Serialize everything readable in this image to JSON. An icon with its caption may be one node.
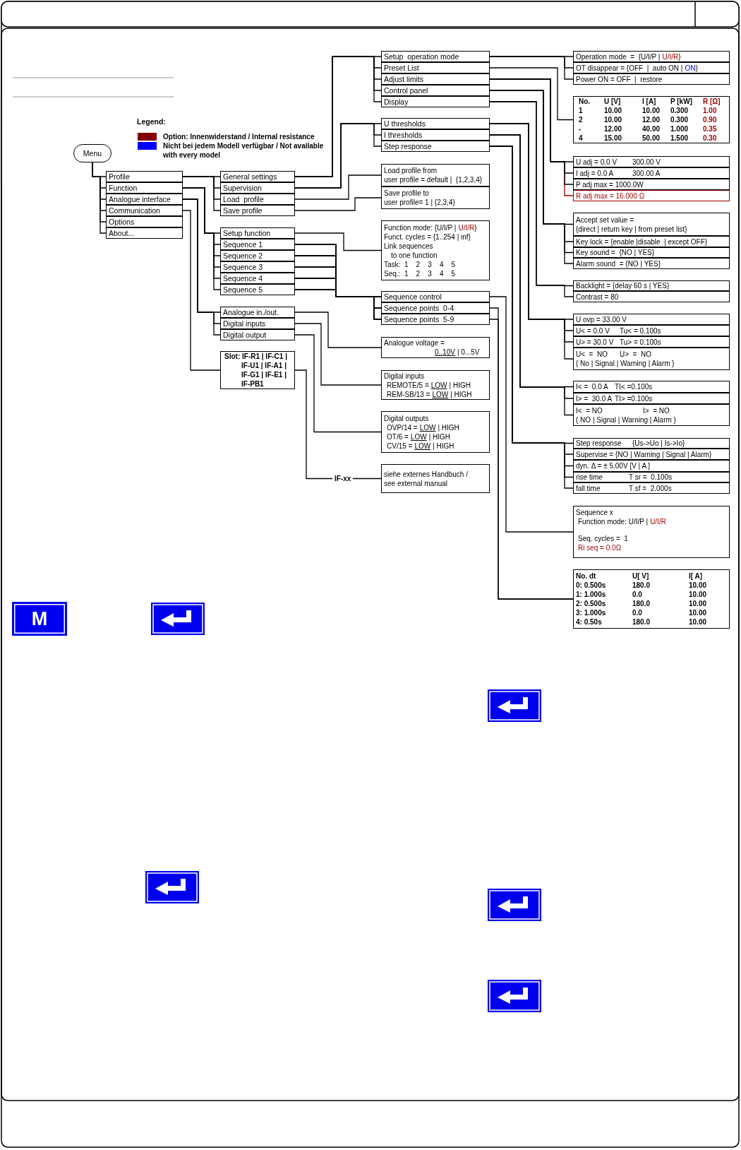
{
  "diagram": {
    "nodes": [
      {
        "text": [
          "Menu"
        ]
      },
      {
        "text": [
          "Profile"
        ]
      },
      {
        "text": [
          "Function"
        ]
      },
      {
        "text": [
          "Analogue interface"
        ]
      },
      {
        "text": [
          "Communication"
        ]
      },
      {
        "text": [
          "Options"
        ]
      },
      {
        "text": [
          "About..."
        ]
      },
      {
        "text": [
          "General settings"
        ]
      },
      {
        "text": [
          "Supervision"
        ]
      },
      {
        "text": [
          "Load  profile"
        ]
      },
      {
        "text": [
          "Save profile"
        ]
      },
      {
        "text": [
          "Setup function"
        ]
      },
      {
        "text": [
          "Sequence 1"
        ]
      },
      {
        "text": [
          "Sequence 2"
        ]
      },
      {
        "text": [
          "Sequence 3"
        ]
      },
      {
        "text": [
          "Sequence 4"
        ]
      },
      {
        "text": [
          "Sequence 5"
        ]
      },
      {
        "text": [
          "Analogue in./out."
        ]
      },
      {
        "text": [
          "Digital inputs"
        ]
      },
      {
        "text": [
          "Digital output"
        ]
      },
      {
        "text": [
          "Slot: IF-R1 | IF-C1 | IF-U1 | IF-A1 | IF-G1 | IF-E1 | IF-PB1"
        ]
      },
      {
        "text": [
          "Setup  operation mode"
        ]
      },
      {
        "text": [
          "Preset List"
        ]
      },
      {
        "text": [
          "Adjust limits"
        ]
      },
      {
        "text": [
          "Control panel"
        ]
      },
      {
        "text": [
          "Display"
        ]
      },
      {
        "text": [
          "U thresholds"
        ]
      },
      {
        "text": [
          "I thresholds"
        ]
      },
      {
        "text": [
          "Step response"
        ]
      },
      {
        "text": [
          "Load profile from",
          "user profile = default |  {1,2,3,4}"
        ]
      },
      {
        "text": [
          "Save profile to",
          "user profile= 1 | {2,3,4}"
        ]
      },
      {
        "text": [
          "Function mode: {U/I/P |",
          "U/I/R",
          "}",
          "Funct. cycles = {1..254 | inf}",
          "Link sequences",
          "to one function",
          "Task:  1    2    3    4    5",
          "Seq.:  1    2    3    4    5"
        ]
      },
      {
        "text": [
          "Sequence control"
        ]
      },
      {
        "text": [
          "Sequence points  0-4"
        ]
      },
      {
        "text": [
          "Sequence points  5-9"
        ]
      },
      {
        "text": [
          "Analogue voltage =",
          "0..10V",
          "| 0...5V"
        ]
      },
      {
        "text": [
          "Digital inputs",
          "REMOTE/5 =",
          "LOW",
          "| HIGH",
          "REM-SB/13 =",
          "LOW",
          "| HIGH"
        ]
      },
      {
        "text": [
          "Digital outputs",
          "OVP/14 =",
          "LOW",
          "| HIGH",
          "OT/6 =",
          "LOW",
          "| HIGH",
          "CV/15 =",
          "LOW",
          "| HIGH"
        ]
      },
      {
        "text": [
          "siehe externes Handbuch / see external manual"
        ]
      },
      {
        "text": [
          "Operation mode  =  {U/I/P |",
          "U/I/R",
          "}"
        ]
      },
      {
        "text": [
          "OT disappear = {OFF  |  auto ON |",
          "ON",
          "}"
        ]
      },
      {
        "text": [
          "Power ON = OFF  |  restore"
        ]
      },
      {
        "text": [
          "No.",
          "U [V]",
          "I [A]",
          "P [kW]",
          "R [Ω]",
          "1",
          "10.00",
          "10.00",
          "0.300",
          "1.00",
          "2",
          "10.00",
          "12.00",
          "0.300",
          "0.90",
          "-",
          "12.00",
          "40.00",
          "1.000",
          "0.35",
          "4",
          "15.00",
          "50.00",
          "1.500",
          "0.30"
        ]
      },
      {
        "text": [
          "U adj = 0.0 V",
          "300.00 V"
        ]
      },
      {
        "text": [
          "I adj = 0.0 A",
          "300.00 A"
        ]
      },
      {
        "text": [
          "P adj max = 1000.0W"
        ]
      },
      {
        "text": [
          "R adj max = 16.000 Ω"
        ]
      },
      {
        "text": [
          "Accept set value =",
          "{direct | return key | from preset list}"
        ]
      },
      {
        "text": [
          "Key lock = {enable |disable  | except OFF}"
        ]
      },
      {
        "text": [
          "Key sound =  {NO | YES}"
        ]
      },
      {
        "text": [
          "Alarm sound  = {NO | YES}"
        ]
      },
      {
        "text": [
          "Backlight = {delay 60 s | YES}"
        ]
      },
      {
        "text": [
          "Contrast = 80"
        ]
      },
      {
        "text": [
          "U ovp = 33.00 V"
        ]
      },
      {
        "text": [
          "U< = 0.0 V",
          "Tu< = 0.100s"
        ]
      },
      {
        "text": [
          "U> = 30.0 V",
          "Tu> = 0.100s"
        ]
      },
      {
        "text": [
          "U<  =  NO",
          "U>  =  NO",
          "{ No | Signal | Warning | Alarm }"
        ]
      },
      {
        "text": [
          "I< =  0.0 A",
          "TI< =0.100s"
        ]
      },
      {
        "text": [
          "I> =  30.0 A",
          "TI> =0.100s"
        ]
      },
      {
        "text": [
          "I<  = NO",
          "I>  = NO",
          "{ NO | Signal | Warning | Alarm }"
        ]
      },
      {
        "text": [
          "Step response",
          "{Us->Uo | Is->Io}"
        ]
      },
      {
        "text": [
          "Supervise = {NO | Warning | Signal | Alarm}"
        ]
      },
      {
        "text": [
          "dyn. Δ = ± 5.00V [V | A ]"
        ]
      },
      {
        "text": [
          "rise time",
          "T sr =  0.100s"
        ]
      },
      {
        "text": [
          "fall time",
          "T sf =  2.000s"
        ]
      },
      {
        "text": [
          "Sequence x",
          "Function mode: U/I/P |",
          "U/I/R",
          "Seq. cycles =  1",
          "Ri seq = 0.0Ω"
        ]
      },
      {
        "text": [
          "No. dt",
          "U[ V]",
          "I[ A]",
          "0: 0.500s",
          "180.0",
          "10.00",
          "1: 1.000s",
          "0.0",
          "10.00",
          "2: 0.500s",
          "180.0",
          "10.00",
          "3: 1.000s",
          "0.0",
          "10.00",
          "4: 0.50s",
          "180.0",
          "10.00"
        ]
      }
    ],
    "edges": [
      {
        "from": 0,
        "to": 1,
        "arrow": "none"
      },
      {
        "from": 0,
        "to": 2,
        "arrow": "none"
      },
      {
        "from": 0,
        "to": 3,
        "arrow": "none"
      },
      {
        "from": 0,
        "to": 4,
        "arrow": "none"
      },
      {
        "from": 0,
        "to": 5,
        "arrow": "none"
      },
      {
        "from": 0,
        "to": 6,
        "arrow": "none"
      },
      {
        "from": 1,
        "to": 7,
        "arrow": "none"
      },
      {
        "from": 1,
        "to": 8,
        "arrow": "none"
      },
      {
        "from": 1,
        "to": 9,
        "arrow": "none"
      },
      {
        "from": 1,
        "to": 10,
        "arrow": "none"
      },
      {
        "from": 2,
        "to": 11,
        "arrow": "none"
      },
      {
        "from": 2,
        "to": 12,
        "arrow": "none"
      },
      {
        "from": 2,
        "to": 13,
        "arrow": "none"
      },
      {
        "from": 2,
        "to": 14,
        "arrow": "none"
      },
      {
        "from": 2,
        "to": 15,
        "arrow": "none"
      },
      {
        "from": 2,
        "to": 16,
        "arrow": "none"
      },
      {
        "from": 3,
        "to": 17,
        "arrow": "none"
      },
      {
        "from": 3,
        "to": 18,
        "arrow": "none"
      },
      {
        "from": 3,
        "to": 19,
        "arrow": "none"
      },
      {
        "from": 4,
        "to": 20,
        "arrow": "none"
      },
      {
        "from": 7,
        "to": 21,
        "arrow": "none"
      },
      {
        "from": 7,
        "to": 22,
        "arrow": "none"
      },
      {
        "from": 7,
        "to": 23,
        "arrow": "none"
      },
      {
        "from": 7,
        "to": 24,
        "arrow": "none"
      },
      {
        "from": 7,
        "to": 25,
        "arrow": "none"
      },
      {
        "from": 8,
        "to": 26,
        "arrow": "none"
      },
      {
        "from": 8,
        "to": 27,
        "arrow": "none"
      },
      {
        "from": 8,
        "to": 28,
        "arrow": "none"
      },
      {
        "from": 9,
        "to": 29,
        "arrow": "none"
      },
      {
        "from": 10,
        "to": 30,
        "arrow": "none"
      },
      {
        "from": 11,
        "to": 31,
        "arrow": "none"
      },
      {
        "from": 12,
        "to": 32,
        "arrow": "none"
      },
      {
        "from": 12,
        "to": 33,
        "arrow": "none"
      },
      {
        "from": 12,
        "to": 34,
        "arrow": "none"
      },
      {
        "from": 13,
        "to": 32,
        "arrow": "none"
      },
      {
        "from": 13,
        "to": 33,
        "arrow": "none"
      },
      {
        "from": 13,
        "to": 34,
        "arrow": "none"
      },
      {
        "from": 14,
        "to": 32,
        "arrow": "none"
      },
      {
        "from": 14,
        "to": 33,
        "arrow": "none"
      },
      {
        "from": 14,
        "to": 34,
        "arrow": "none"
      },
      {
        "from": 15,
        "to": 32,
        "arrow": "none"
      },
      {
        "from": 15,
        "to": 33,
        "arrow": "none"
      },
      {
        "from": 15,
        "to": 34,
        "arrow": "none"
      },
      {
        "from": 16,
        "to": 32,
        "arrow": "none"
      },
      {
        "from": 16,
        "to": 33,
        "arrow": "none"
      },
      {
        "from": 16,
        "to": 34,
        "arrow": "none"
      },
      {
        "from": 17,
        "to": 35,
        "arrow": "none"
      },
      {
        "from": 18,
        "to": 36,
        "arrow": "none"
      },
      {
        "from": 19,
        "to": 37,
        "arrow": "none"
      },
      {
        "from": 20,
        "to": 38,
        "arrow": "none",
        "label": "IF-xx"
      },
      {
        "from": 21,
        "to": 39,
        "arrow": "none"
      },
      {
        "from": 21,
        "to": 40,
        "arrow": "none"
      },
      {
        "from": 21,
        "to": 41,
        "arrow": "none"
      },
      {
        "from": 22,
        "to": 42,
        "arrow": "none"
      },
      {
        "from": 23,
        "to": 43,
        "arrow": "none"
      },
      {
        "from": 23,
        "to": 44,
        "arrow": "none"
      },
      {
        "from": 23,
        "to": 45,
        "arrow": "none"
      },
      {
        "from": 23,
        "to": 46,
        "arrow": "none",
        "color": "#990000"
      },
      {
        "from": 24,
        "to": 47,
        "arrow": "none"
      },
      {
        "from": 24,
        "to": 48,
        "arrow": "none"
      },
      {
        "from": 24,
        "to": 49,
        "arrow": "none"
      },
      {
        "from": 24,
        "to": 50,
        "arrow": "none"
      },
      {
        "from": 25,
        "to": 51,
        "arrow": "none"
      },
      {
        "from": 25,
        "to": 52,
        "arrow": "none"
      },
      {
        "from": 26,
        "to": 53,
        "arrow": "none"
      },
      {
        "from": 26,
        "to": 54,
        "arrow": "none"
      },
      {
        "from": 26,
        "to": 55,
        "arrow": "none"
      },
      {
        "from": 26,
        "to": 56,
        "arrow": "none"
      },
      {
        "from": 27,
        "to": 57,
        "arrow": "none"
      },
      {
        "from": 27,
        "to": 58,
        "arrow": "none"
      },
      {
        "from": 27,
        "to": 59,
        "arrow": "none"
      },
      {
        "from": 28,
        "to": 60,
        "arrow": "none"
      },
      {
        "from": 28,
        "to": 61,
        "arrow": "none"
      },
      {
        "from": 28,
        "to": 62,
        "arrow": "none"
      },
      {
        "from": 28,
        "to": 63,
        "arrow": "none"
      },
      {
        "from": 28,
        "to": 64,
        "arrow": "none"
      },
      {
        "from": 32,
        "to": 65,
        "arrow": "none"
      },
      {
        "from": 33,
        "to": 66,
        "arrow": "none"
      },
      {
        "from": 34,
        "to": 66,
        "arrow": "none"
      }
    ],
    "labels": [
      "Legend:",
      "M"
    ],
    "legend": [
      {
        "text": "Option: Innenwiderstand / Internal resistance",
        "color": "#800000"
      },
      {
        "text": "Nicht bei jedem Modell verfügbar / Not available with every model",
        "color": "#0000ff"
      }
    ]
  }
}
